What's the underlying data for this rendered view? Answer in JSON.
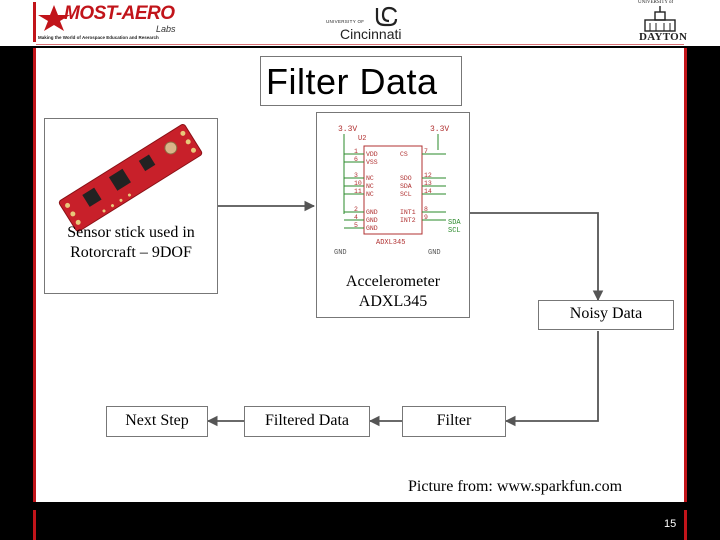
{
  "header": {
    "left_logo_text": "MOST-AERO",
    "left_logo_sub": "Labs",
    "left_logo_tagline": "Making the World of Aerospace Education and Research",
    "center_logo_top": "UNIVERSITY OF",
    "center_logo_name": "Cincinnati",
    "right_logo_top": "UNIVERSITY of",
    "right_logo_name": "DAYTON"
  },
  "slide": {
    "title": "Filter Data",
    "page_number": "15",
    "credit": "Picture from: www.sparkfun.com"
  },
  "diagram": {
    "sensor_label_line1": "Sensor stick used in",
    "sensor_label_line2": "Rotorcraft – 9DOF",
    "accel_label_line1": "Accelerometer",
    "accel_label_line2": "ADXL345",
    "noisy": "Noisy Data",
    "filter": "Filter",
    "filtered": "Filtered Data",
    "next": "Next Step"
  },
  "schematic": {
    "vcc_left": "3.3V",
    "vcc_right": "3.3V",
    "ref": "U2",
    "part": "ADXL345",
    "gnd_left": "GND",
    "gnd_right": "GND",
    "pins_left": [
      "VDD",
      "VSS",
      "NC",
      "NC",
      "NC",
      "GND",
      "GND",
      "GND"
    ],
    "pins_left_num": [
      "1",
      "6",
      "3",
      "10",
      "11",
      "2",
      "4",
      "5"
    ],
    "pins_right": [
      "CS",
      "SDO",
      "SDA",
      "SCL",
      "INT1",
      "INT2"
    ],
    "pins_right_num": [
      "7",
      "12",
      "13",
      "14",
      "8",
      "9"
    ],
    "net_sda": "SDA",
    "net_scl": "SCL"
  },
  "colors": {
    "accent_red": "#c1141a",
    "board_red": "#c8202a",
    "schematic_red": "#b03030",
    "schematic_green": "#2a8a2a"
  },
  "icons": [
    "sensor-board-image",
    "schematic-image",
    "arrow-icon"
  ]
}
